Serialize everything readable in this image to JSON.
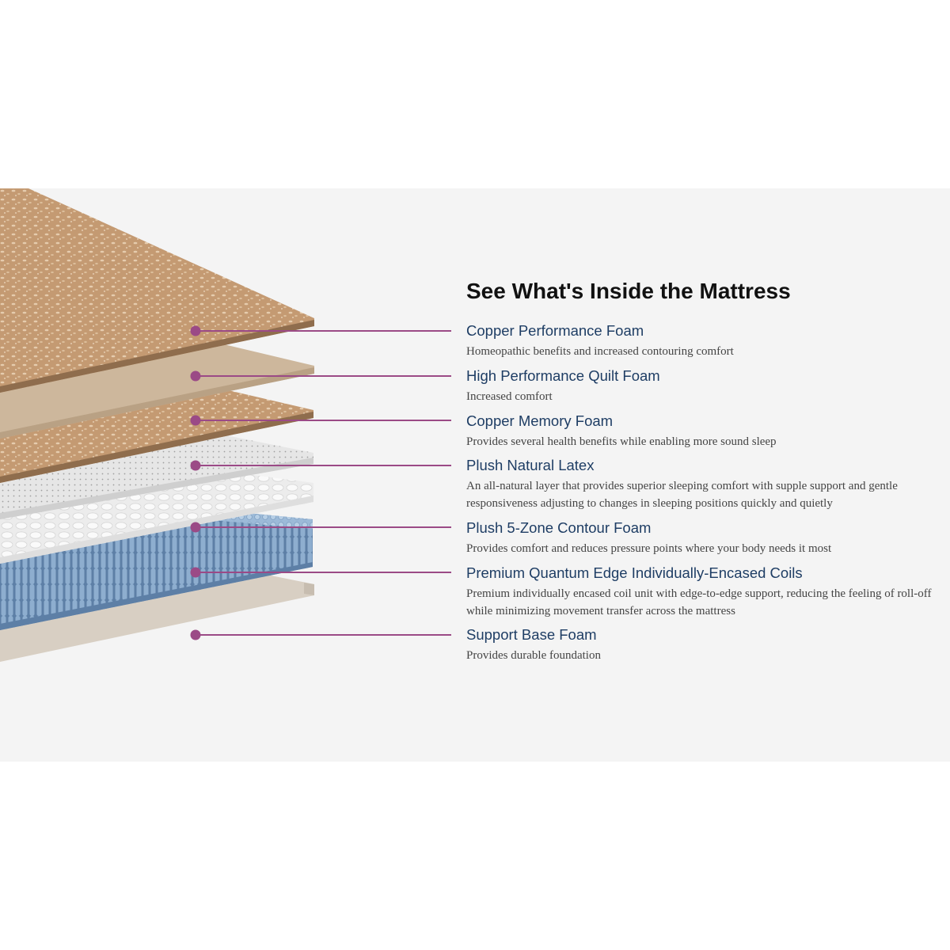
{
  "heading": "See What's Inside the Mattress",
  "colors": {
    "panel_background": "#f4f4f4",
    "title_text": "#1e3d64",
    "description_text": "#444444",
    "callout_line": "#9b4a86",
    "copper_foam": "#c49a72",
    "quilt_foam": "#cdb79c",
    "latex": "#e6e6e6",
    "contour_foam": "#f0f0f0",
    "coils": "#8eaecf",
    "base_foam": "#d8cfc3"
  },
  "layers": [
    {
      "title": "Copper Performance Foam",
      "description": "Homeopathic benefits and increased contouring comfort"
    },
    {
      "title": "High Performance Quilt Foam",
      "description": "Increased comfort"
    },
    {
      "title": "Copper Memory Foam",
      "description": "Provides several health benefits while enabling more sound sleep"
    },
    {
      "title": "Plush Natural Latex",
      "description": "An all-natural layer that provides superior sleeping comfort with supple support and gentle responsiveness adjusting to changes in sleeping positions quickly and quietly"
    },
    {
      "title": "Plush 5-Zone Contour Foam",
      "description": "Provides comfort and reduces pressure points where your body needs it most"
    },
    {
      "title": "Premium Quantum Edge Individually-Encased Coils",
      "description": "Premium individually encased coil unit with edge-to-edge support, reducing the feeling of roll-off while minimizing movement transfer across the mattress"
    },
    {
      "title": "Support Base Foam",
      "description": "Provides durable foundation"
    }
  ]
}
